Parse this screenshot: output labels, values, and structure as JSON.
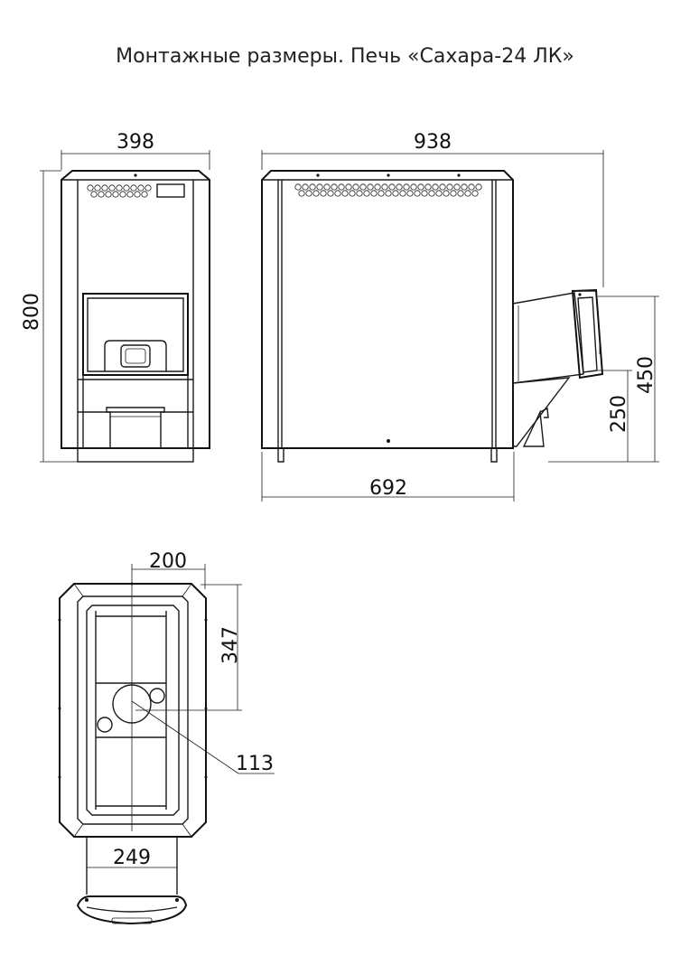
{
  "title": "Монтажные размеры. Печь «Сахара-24 ЛК»",
  "dimensions": {
    "front_width": "398",
    "front_height": "800",
    "side_total_width": "938",
    "side_body_width": "692",
    "chimney_height": "450",
    "outlet_height": "250",
    "top_offset": "200",
    "top_depth": "347",
    "flue_diameter": "113",
    "door_width": "249"
  }
}
